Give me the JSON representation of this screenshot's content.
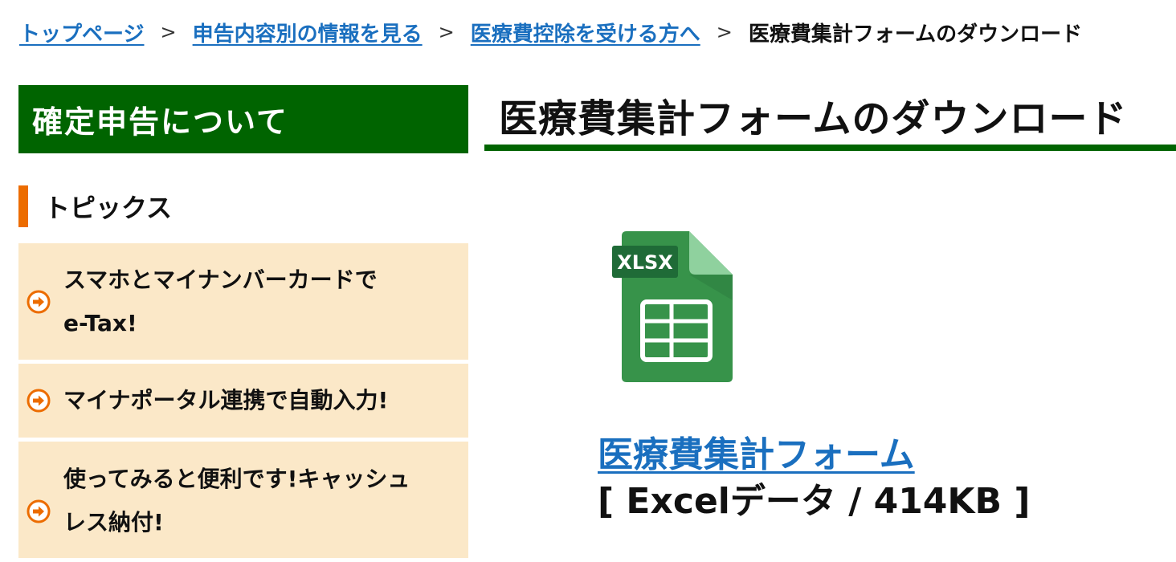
{
  "breadcrumb": {
    "items": [
      {
        "label": "トップページ"
      },
      {
        "label": "申告内容別の情報を見る"
      },
      {
        "label": "医療費控除を受ける方へ"
      }
    ],
    "separator": ">",
    "current": "医療費集計フォームのダウンロード"
  },
  "sidebar": {
    "header": "確定申告について",
    "topics_heading": "トピックス",
    "topics": [
      {
        "line1": "スマホとマイナンバーカードで",
        "line2": "e-Tax!"
      },
      {
        "line1": "マイナポータル連携で自動入力!"
      },
      {
        "line1": "使ってみると便利です!キャッシュ",
        "line2": "レス納付!"
      }
    ]
  },
  "main": {
    "title": "医療費集計フォームのダウンロード",
    "file": {
      "icon_label": "XLSX",
      "icon": "excel-file-icon",
      "link_text": "医療費集計フォーム",
      "meta": "[ Excelデータ / 414KB ]"
    }
  },
  "colors": {
    "brand_green": "#006400",
    "link_blue": "#1a6fbf",
    "accent_orange": "#ec6c00",
    "topic_bg": "#fbe8c8"
  }
}
